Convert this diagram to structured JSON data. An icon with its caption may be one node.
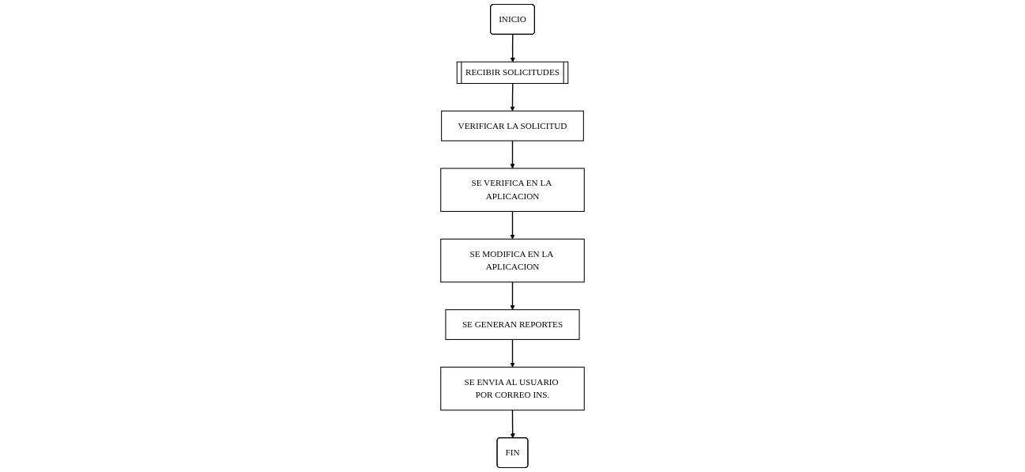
{
  "diagram": {
    "nodes": [
      {
        "text": [
          "INICIO"
        ]
      },
      {
        "text": [
          "RECIBIR SOLICITUDES"
        ]
      },
      {
        "text": [
          "VERIFICAR LA SOLICITUD"
        ]
      },
      {
        "text": [
          "SE VERIFICA EN LA APLICACION"
        ]
      },
      {
        "text": [
          "SE MODIFICA EN LA APLICACION"
        ]
      },
      {
        "text": [
          "SE GENERAN REPORTES"
        ]
      },
      {
        "text": [
          "SE ENVIA AL USUARIO POR CORREO INS."
        ]
      },
      {
        "text": [
          "FIN"
        ]
      }
    ],
    "edges": [
      {
        "from": 0,
        "to": 1,
        "arrow": "to"
      },
      {
        "from": 1,
        "to": 2,
        "arrow": "to"
      },
      {
        "from": 2,
        "to": 3,
        "arrow": "to"
      },
      {
        "from": 3,
        "to": 4,
        "arrow": "to"
      },
      {
        "from": 4,
        "to": 5,
        "arrow": "to"
      },
      {
        "from": 5,
        "to": 6,
        "arrow": "to"
      },
      {
        "from": 6,
        "to": 7,
        "arrow": "to"
      }
    ]
  }
}
